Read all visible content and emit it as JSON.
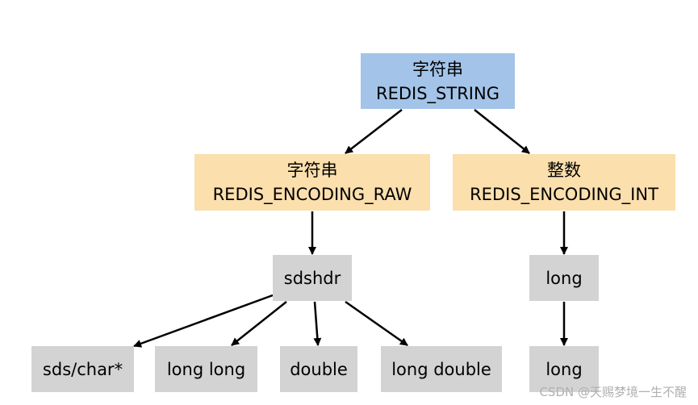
{
  "nodes": {
    "root": {
      "line1": "字符串",
      "line2": "REDIS_STRING",
      "color": "#a3c4e8"
    },
    "raw": {
      "line1": "字符串",
      "line2": "REDIS_ENCODING_RAW",
      "color": "#fbdfad"
    },
    "int": {
      "line1": "整数",
      "line2": "REDIS_ENCODING_INT",
      "color": "#fbdfad"
    },
    "sdshdr": {
      "label": "sdshdr",
      "color": "#d3d3d3"
    },
    "long_int": {
      "label": "long",
      "color": "#d3d3d3"
    },
    "sds_char": {
      "label": "sds/char*",
      "color": "#d3d3d3"
    },
    "long_long": {
      "label": "long long",
      "color": "#d3d3d3"
    },
    "double": {
      "label": "double",
      "color": "#d3d3d3"
    },
    "long_double": {
      "label": "long double",
      "color": "#d3d3d3"
    },
    "long_leaf": {
      "label": "long",
      "color": "#d3d3d3"
    }
  },
  "edges": [
    {
      "from": "root",
      "to": "raw"
    },
    {
      "from": "root",
      "to": "int"
    },
    {
      "from": "raw",
      "to": "sdshdr"
    },
    {
      "from": "int",
      "to": "long_int"
    },
    {
      "from": "sdshdr",
      "to": "sds_char"
    },
    {
      "from": "sdshdr",
      "to": "long_long"
    },
    {
      "from": "sdshdr",
      "to": "double"
    },
    {
      "from": "sdshdr",
      "to": "long_double"
    },
    {
      "from": "long_int",
      "to": "long_leaf"
    }
  ],
  "watermark": "CSDN @天赐梦境一生不醒"
}
